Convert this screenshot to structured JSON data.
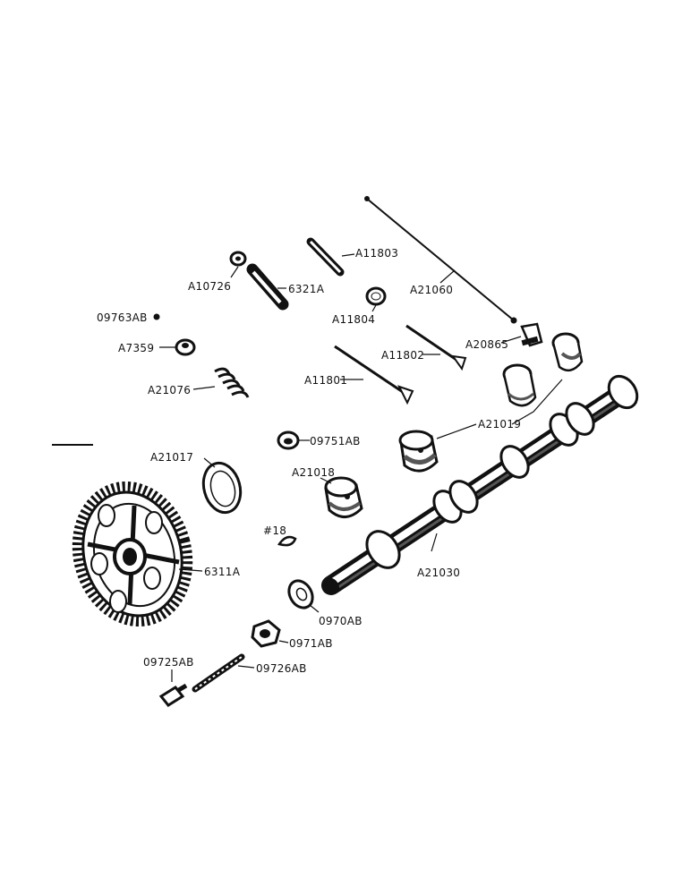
{
  "colors": {
    "ink": "#111111",
    "paper": "#ffffff",
    "shade": "#555555"
  },
  "labels": {
    "a11803": "A11803",
    "a10726": "A10726",
    "p6321a": "6321A",
    "a21060": "A21060",
    "a11804": "A11804",
    "p09763ab": "09763AB",
    "a20865": "A20865",
    "a7359": "A7359",
    "a11802": "A11802",
    "a11801": "A11801",
    "a21076": "A21076",
    "a21019": "A21019",
    "p09751ab": "09751AB",
    "a21017": "A21017",
    "a21018": "A21018",
    "key18": "#18",
    "p6311a": "6311A",
    "a21030": "A21030",
    "p0970ab": "0970AB",
    "p0971ab": "0971AB",
    "p09725ab": "09725AB",
    "p09726ab": "09726AB"
  }
}
